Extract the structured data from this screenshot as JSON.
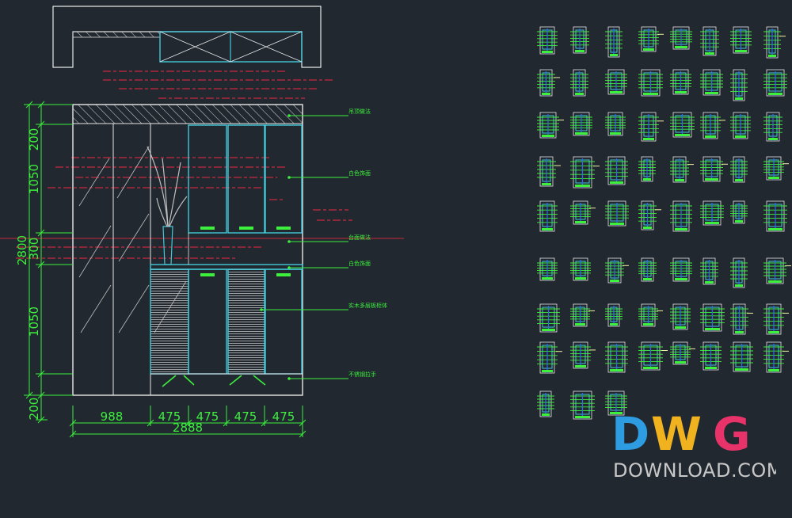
{
  "drawing": {
    "dimensions_bottom": [
      "988",
      "475",
      "475",
      "475",
      "475"
    ],
    "dimension_total": "2888",
    "dimensions_left": [
      "200",
      "1050",
      "300",
      "1050",
      "200"
    ],
    "dimension_height_total": "2800",
    "callouts": [
      "吊顶做法",
      "白色饰面",
      "台面做法",
      "白色饰面",
      "实木多层板柜体",
      "不锈钢拉手"
    ]
  },
  "watermark": {
    "letters": [
      "D",
      "W",
      "G"
    ],
    "colors": [
      "#2d9ce0",
      "#f0b21e",
      "#e8336a"
    ],
    "subtitle": "DOWNLOAD.COM"
  },
  "colors": {
    "background": "#212830",
    "line": "#e8e8e8",
    "cyan": "#43c8d8",
    "green": "#3cf03c",
    "red": "#c8283c"
  }
}
